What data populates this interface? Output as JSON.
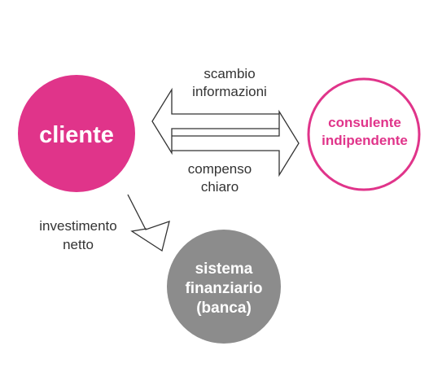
{
  "colors": {
    "accent": "#e0348a",
    "neutral": "#8c8c8c",
    "arrow": "#333333",
    "node_text_on_fill": "#ffffff"
  },
  "nodes": {
    "cliente": {
      "label": "cliente"
    },
    "consulente": {
      "label_line1": "consulente",
      "label_line2": "indipendente"
    },
    "sistema": {
      "label_line1": "sistema",
      "label_line2": "finanziario",
      "label_line3": "(banca)"
    }
  },
  "edges": {
    "scambio": {
      "label_line1": "scambio",
      "label_line2": "informazioni"
    },
    "compenso": {
      "label_line1": "compenso",
      "label_line2": "chiaro"
    },
    "investimento": {
      "label_line1": "investimento",
      "label_line2": "netto"
    }
  }
}
